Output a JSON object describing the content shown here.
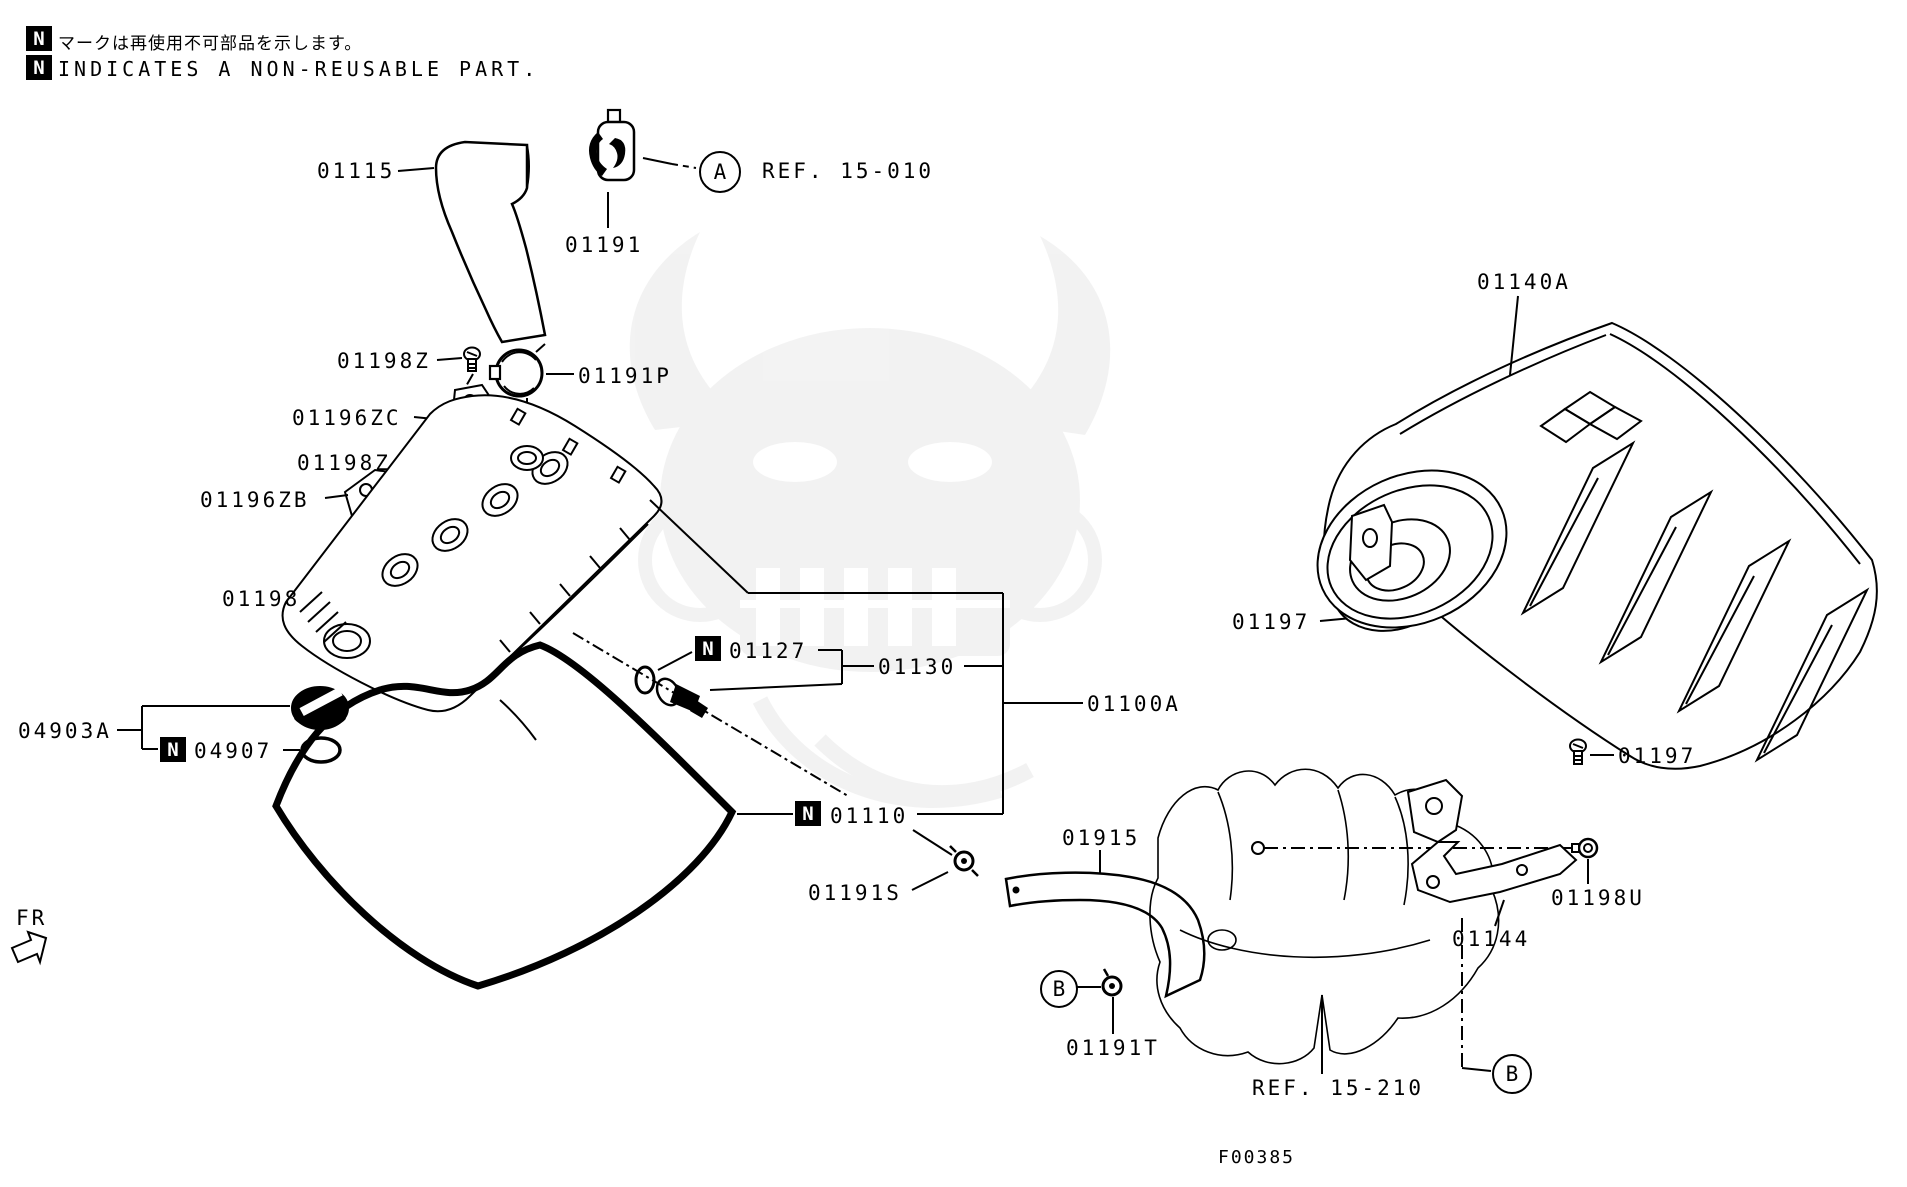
{
  "notes": {
    "n_symbol": "N",
    "line1_jp": "マークは再使用不可部品を示します。",
    "line2_en": "INDICATES A NON-REUSABLE PART."
  },
  "badges": {
    "a": "A",
    "b": "B",
    "n": "N"
  },
  "refs": {
    "ref_a": "REF. 15-010",
    "ref_b": "REF. 15-210"
  },
  "parts": {
    "p01115": "01115",
    "p01191": "01191",
    "p01198Z_top": "01198Z",
    "p01191P": "01191P",
    "p01196ZC": "01196ZC",
    "p01198Z_mid": "01198Z",
    "p01196ZB": "01196ZB",
    "p01198": "01198",
    "p04903A": "04903A",
    "p04907": "04907",
    "p01127": "01127",
    "p01130": "01130",
    "p01100A": "01100A",
    "p01110": "01110",
    "p01191S": "01191S",
    "p01915": "01915",
    "p01140A": "01140A",
    "p01197_left": "01197",
    "p01197_right": "01197",
    "p01198U": "01198U",
    "p01144": "01144",
    "p01191T": "01191T"
  },
  "footer": {
    "front_label": "FR",
    "figure_code": "F00385"
  }
}
